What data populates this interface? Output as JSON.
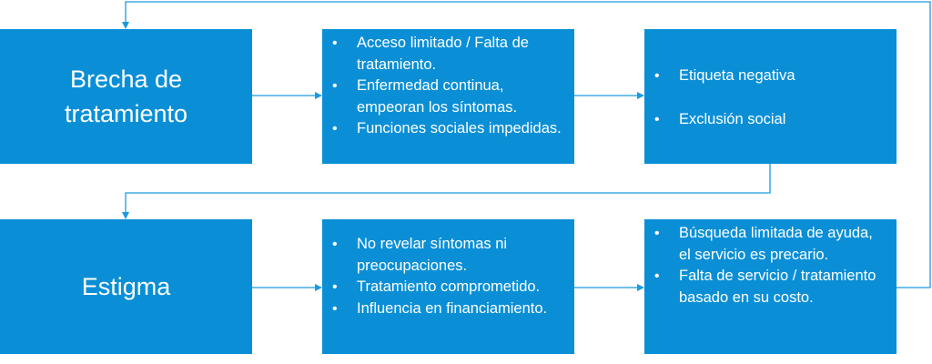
{
  "row1": {
    "title": "Brecha de tratamiento",
    "middle": [
      "Acceso limitado / Falta de tratamiento.",
      "Enfermedad continua, empeoran los síntomas.",
      "Funciones sociales impedidas."
    ],
    "right": [
      "Etiqueta negativa",
      "Exclusión social"
    ]
  },
  "row2": {
    "title": "Estigma",
    "middle": [
      "No revelar síntomas ni preocupaciones.",
      "Tratamiento comprometido.",
      "Influencia en financiamiento."
    ],
    "right": [
      "Búsqueda limitada de ayuda, el servicio es precario.",
      "Falta de servicio / tratamiento basado en su costo."
    ]
  },
  "colors": {
    "box": "#0a8fd6",
    "line": "#1a9be0",
    "text": "#ffffff"
  }
}
